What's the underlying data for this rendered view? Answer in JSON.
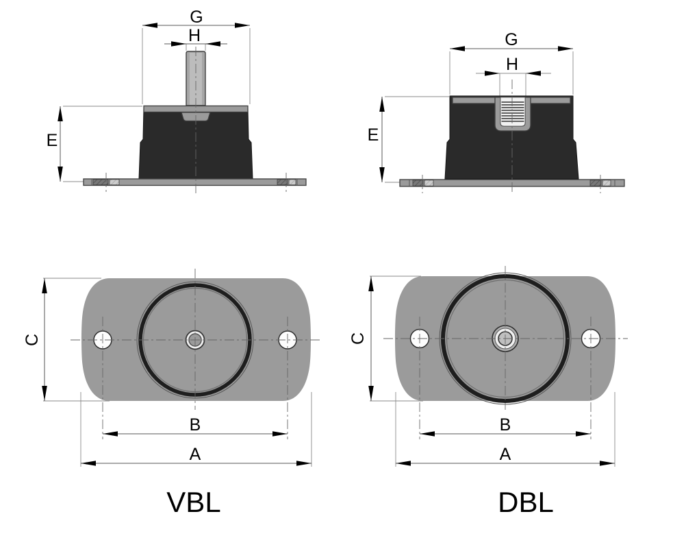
{
  "diagram": {
    "caption_left": "VBL",
    "caption_right": "DBL",
    "vbl_side": {
      "dim_top_width": "G",
      "dim_stud": "H",
      "dim_height": "E"
    },
    "dbl_side": {
      "dim_top_width": "G",
      "dim_thread": "H",
      "dim_height": "E"
    },
    "vbl_top": {
      "dim_overall_width": "A",
      "dim_hole_spacing": "B",
      "dim_depth": "C"
    },
    "dbl_top": {
      "dim_overall_width": "A",
      "dim_hole_spacing": "B",
      "dim_depth": "C"
    }
  },
  "colors": {
    "background": "#ffffff",
    "metal_gray": "#9b9b9b",
    "metal_edge": "#3f3f3f",
    "rubber_black": "#2a2a2a",
    "stud_gray": "#a6a6a6",
    "stud_highlight": "#bcbcbc",
    "hatch_dark": "#787878",
    "hatch_dark_line": "#4e4e4e",
    "hatch_light": "#cdcdcd",
    "hatch_light_line": "#9a9a9a",
    "dim_line": "#555555",
    "ext_line": "#8a8a8a",
    "centerline": "#666666",
    "label_color": "#000000",
    "hole_fill": "#fdfdfd"
  }
}
